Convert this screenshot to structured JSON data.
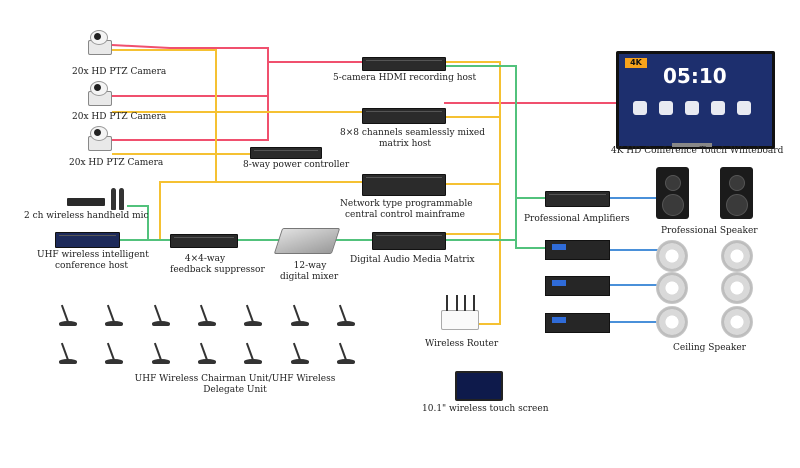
{
  "labels": {
    "camera_1": "20x HD PTZ Camera",
    "camera_2": "20x HD PTZ Camera",
    "camera_3": "20x HD PTZ Camera",
    "recording_host": "5-camera HDMI recording host",
    "matrix_host_line1": "8×8 channels seamlessly mixed",
    "matrix_host_line2": "matrix host",
    "power_controller": "8-way power controller",
    "central_control_line1": "Network type programmable",
    "central_control_line2": "central control mainframe",
    "whiteboard": "4K HD Conference Touch Whiteboard",
    "handheld_mic": "2 ch wireless handheld mic",
    "conference_host_line1": "UHF wireless intelligent",
    "conference_host_line2": "conference host",
    "feedback_suppressor_line1": "4×4-way",
    "feedback_suppressor_line2": "feedback suppressor",
    "mixer_line1": "12-way",
    "mixer_line2": "digital mixer",
    "audio_matrix": "Digital Audio Media Matrix",
    "amplifiers": "Professional Amplifiers",
    "pro_speaker": "Professional Speaker",
    "ceiling_speaker": "Ceiling Speaker",
    "wireless_router": "Wireless Router",
    "touch_screen": "10.1\" wireless touch screen",
    "delegate_units_line1": "UHF Wireless Chairman Unit/UHF Wireless",
    "delegate_units_line2": "Delegate Unit"
  },
  "whiteboard_screen": {
    "clock": "05:10",
    "badge": "4K"
  },
  "wire_colors": {
    "video": "#f0506e",
    "control": "#f5c132",
    "audio": "#52c27c",
    "speaker": "#4a90d9"
  },
  "icons": [
    "ptz-camera-icon",
    "rack-device-icon",
    "speaker-icon",
    "ceiling-speaker-icon",
    "router-icon",
    "tablet-icon",
    "microphone-icon"
  ]
}
